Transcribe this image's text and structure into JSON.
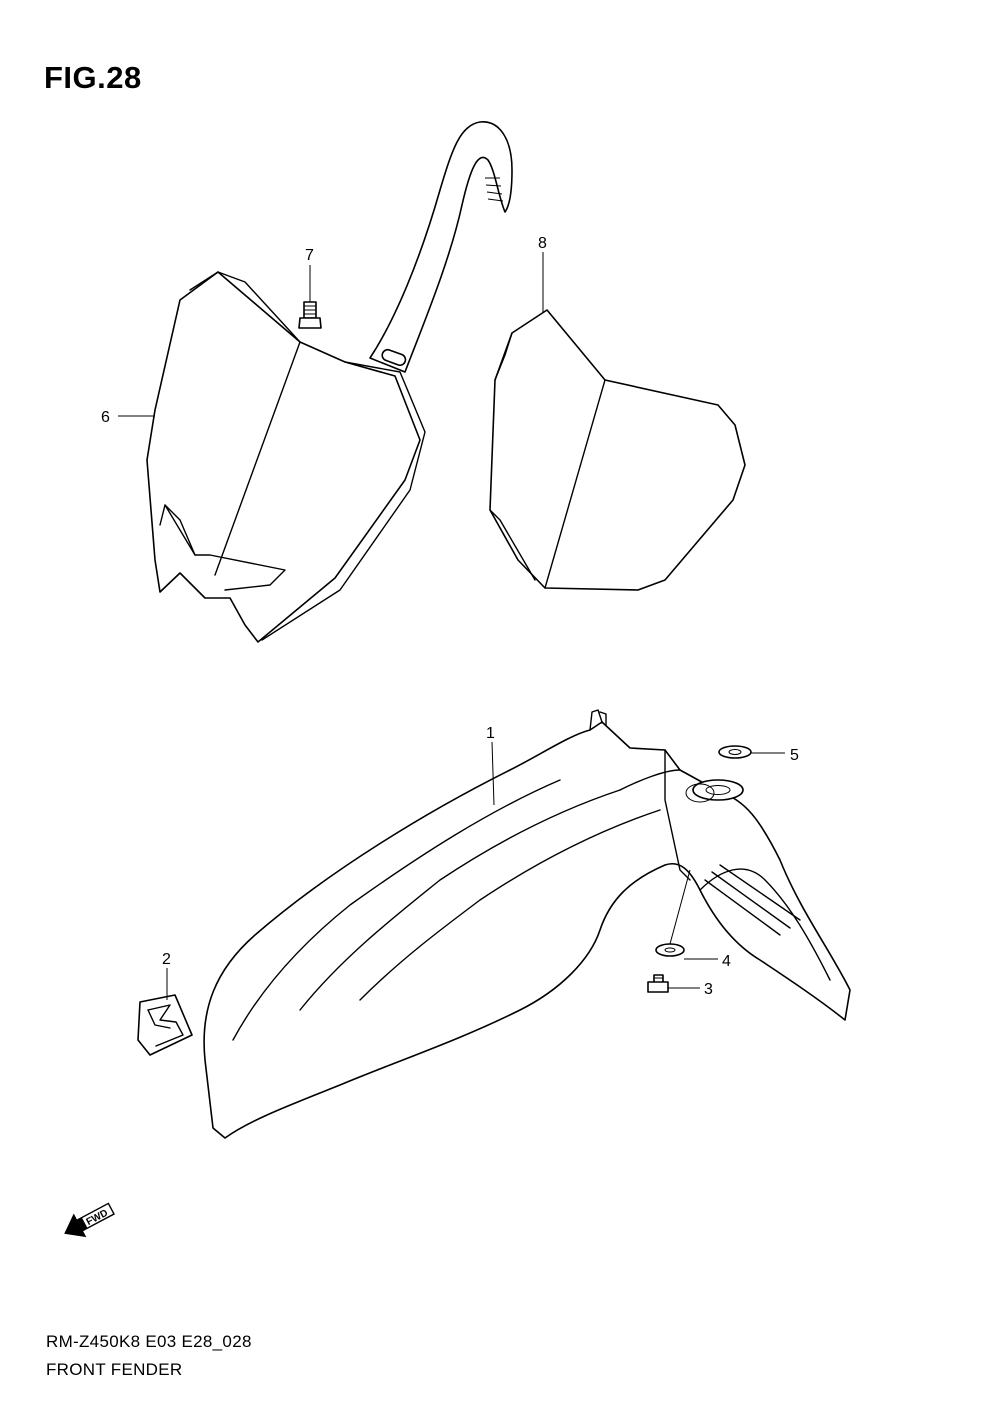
{
  "figure": {
    "title": "FIG.28"
  },
  "callouts": {
    "p1": "1",
    "p2": "2",
    "p3": "3",
    "p4": "4",
    "p5": "5",
    "p6": "6",
    "p7": "7",
    "p8": "8"
  },
  "fwd_label": "FWD",
  "footer": {
    "model_code": "RM-Z450K8 E03 E28_028",
    "section_name": "FRONT FENDER"
  },
  "parts": [
    {
      "ref": "1",
      "name": "front-fender"
    },
    {
      "ref": "2",
      "name": "emblem-decal"
    },
    {
      "ref": "3",
      "name": "bolt"
    },
    {
      "ref": "4",
      "name": "washer"
    },
    {
      "ref": "5",
      "name": "cushion-washer"
    },
    {
      "ref": "6",
      "name": "number-plate"
    },
    {
      "ref": "7",
      "name": "screw"
    },
    {
      "ref": "8",
      "name": "number-plate-sticker"
    }
  ],
  "icons": {
    "direction": "fwd-arrow-icon"
  }
}
